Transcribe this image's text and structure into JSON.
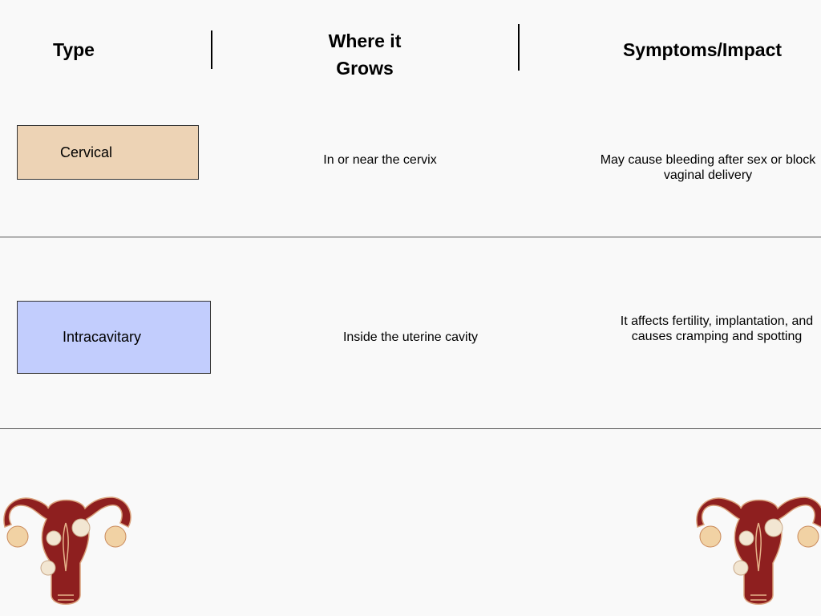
{
  "headers": {
    "type": "Type",
    "where": "Where it Grows",
    "symptoms": "Symptoms/Impact"
  },
  "rows": [
    {
      "type": "Cervical",
      "type_color": "#EDD3B5",
      "where": "In or near the cervix",
      "symptoms": "May cause bleeding after sex or block vaginal delivery"
    },
    {
      "type": "Intracavitary",
      "type_color": "#C2CDFD",
      "where": "Inside the uterine cavity",
      "symptoms": "It affects fertility, implantation, and causes cramping and spotting"
    }
  ],
  "illustrations": [
    "uterus-with-fibroids-icon",
    "uterus-with-fibroids-icon"
  ]
}
